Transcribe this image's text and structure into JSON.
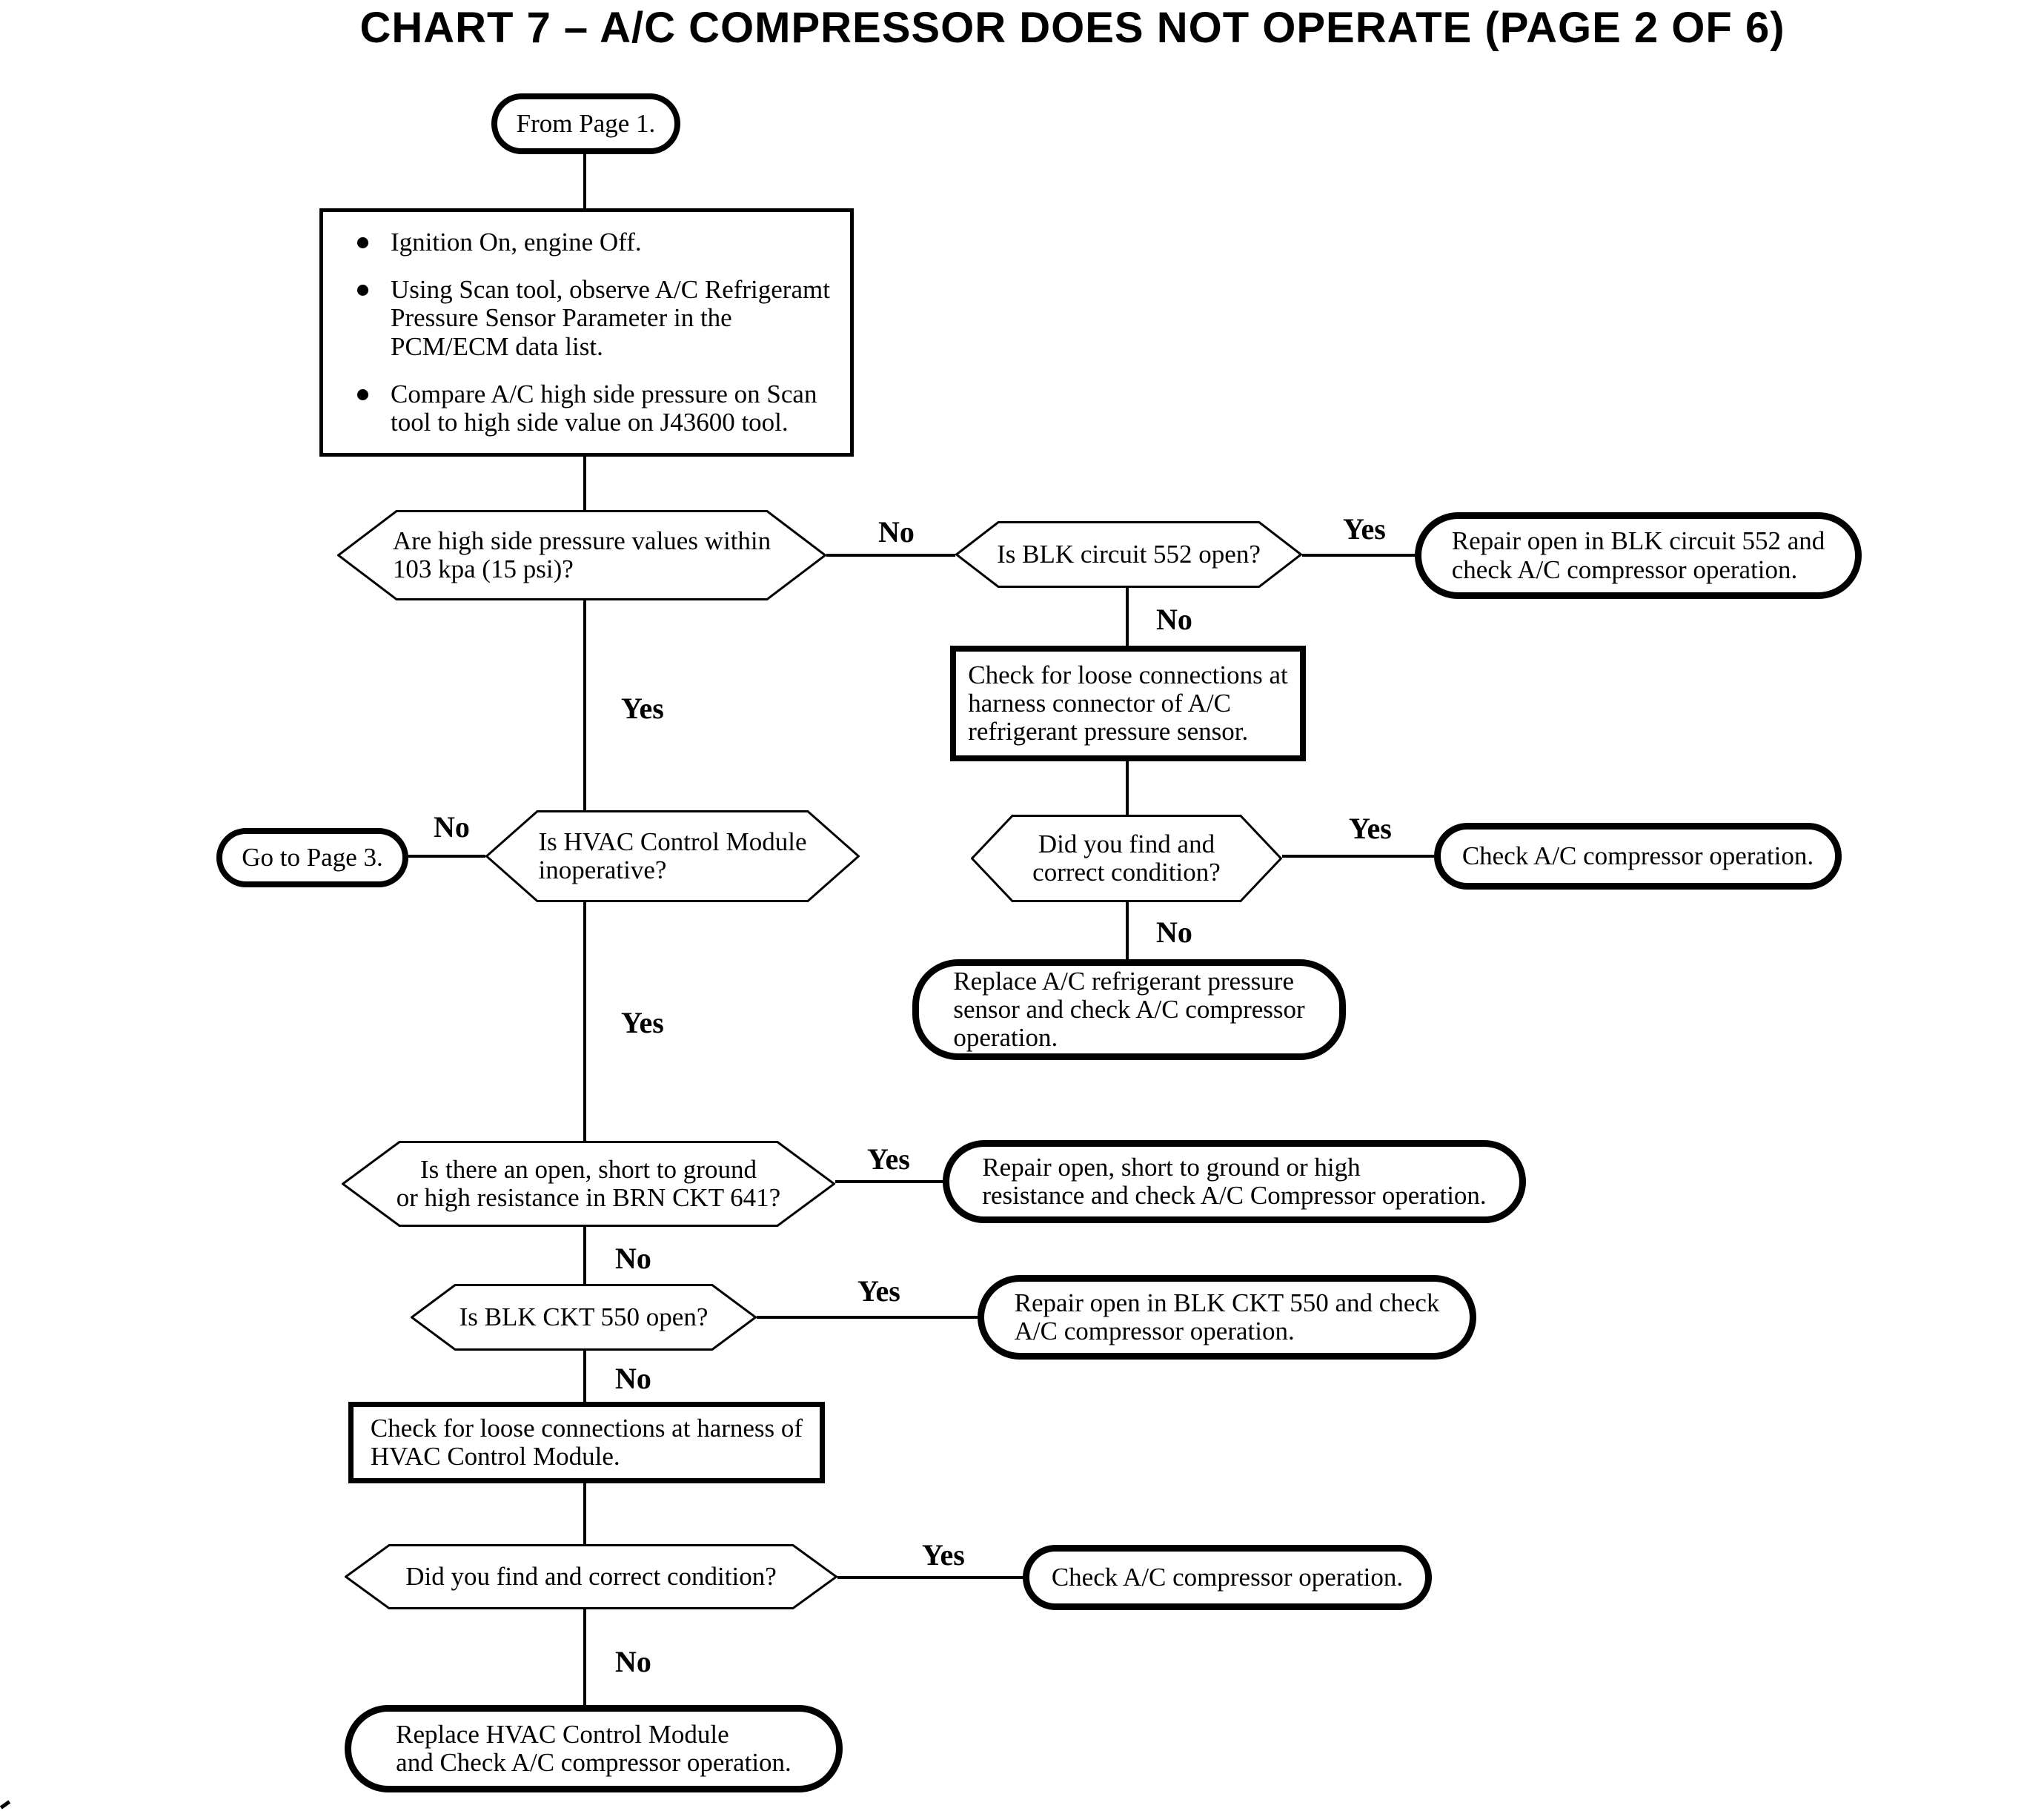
{
  "title": "CHART 7 – A/C COMPRESSOR DOES NOT OPERATE (PAGE 2 OF 6)",
  "labels": {
    "yes": "Yes",
    "no": "No"
  },
  "nodes": {
    "from_page_1": "From Page 1.",
    "instructions": [
      [
        "Ignition On, engine Off."
      ],
      [
        "Using Scan tool, observe A/C Refrigeramt",
        "Pressure Sensor Parameter in the",
        "PCM/ECM data list."
      ],
      [
        "Compare A/C high side pressure on Scan",
        "tool to high side value on J43600 tool."
      ]
    ],
    "q_high_side": [
      "Are high side pressure values within",
      "103 kpa (15 psi)?"
    ],
    "q_blk_552": "Is BLK circuit 552 open?",
    "repair_blk_552": [
      "Repair open in BLK circuit 552 and",
      "check A/C compressor operation."
    ],
    "check_sensor": [
      "Check for loose connections at",
      "harness connector of A/C",
      "refrigerant pressure sensor."
    ],
    "q_find_correct_1": [
      "Did you find and",
      "correct condition?"
    ],
    "check_compressor_1": "Check A/C compressor operation.",
    "replace_sensor": [
      "Replace A/C refrigerant pressure",
      "sensor and check A/C compressor",
      "operation."
    ],
    "go_to_page_3": "Go to Page 3.",
    "q_hvac_inoperative": [
      "Is HVAC Control Module",
      "inoperative?"
    ],
    "q_brn_641": [
      "Is there an open, short to ground",
      "or high resistance in BRN CKT 641?"
    ],
    "repair_brn_641": [
      "Repair open, short to ground or high",
      "resistance and check A/C Compressor operation."
    ],
    "q_blk_550": "Is BLK CKT 550 open?",
    "repair_blk_550": [
      "Repair open in BLK CKT 550 and check",
      "A/C compressor operation."
    ],
    "check_hvac": [
      "Check for loose connections at harness of",
      "HVAC Control Module."
    ],
    "q_find_correct_2": "Did you find and correct condition?",
    "check_compressor_2": "Check A/C compressor operation.",
    "replace_hvac": [
      "Replace HVAC Control Module",
      "and Check A/C compressor operation."
    ]
  }
}
